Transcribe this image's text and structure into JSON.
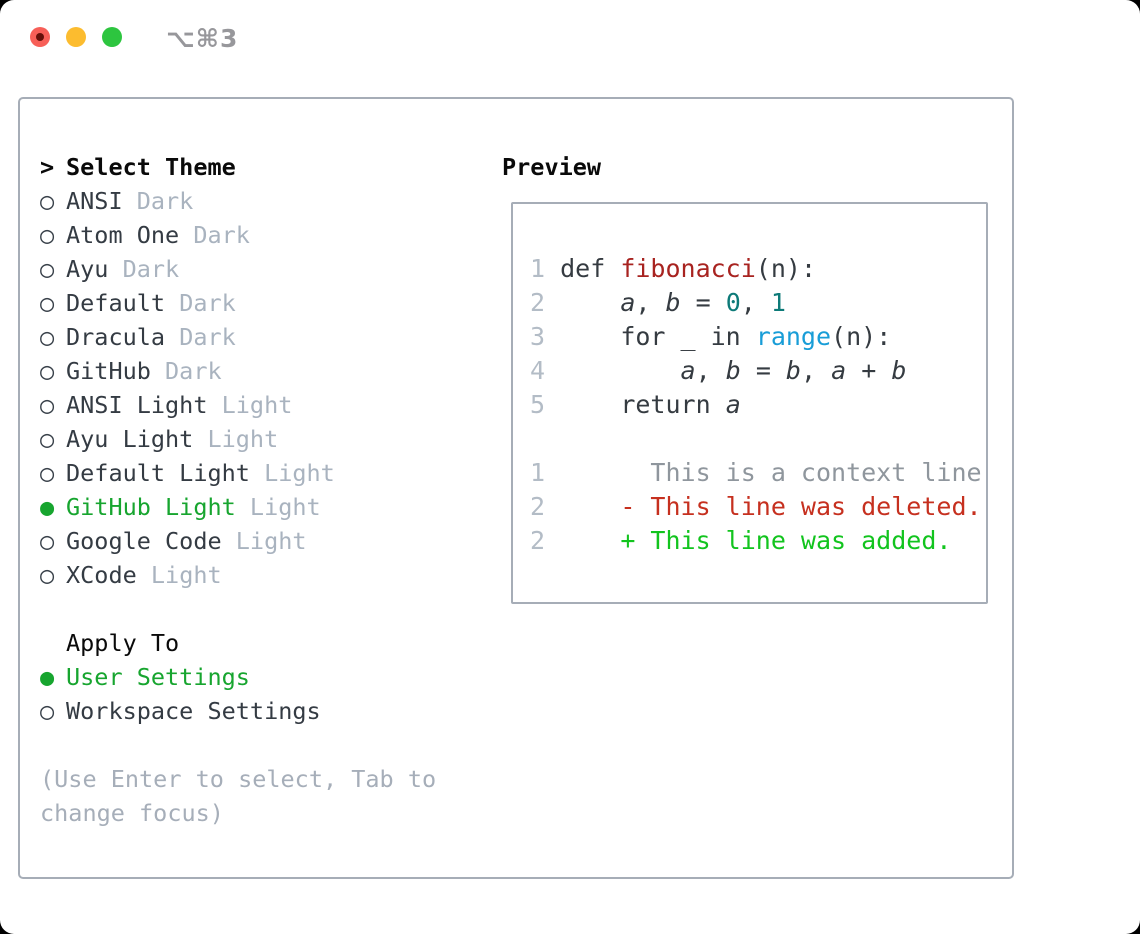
{
  "window": {
    "shortcut_label": "⌥⌘3"
  },
  "theme_menu": {
    "prompt": ">",
    "header": "Select Theme",
    "items": [
      {
        "name": "ANSI",
        "tag": "Dark",
        "selected": false
      },
      {
        "name": "Atom One",
        "tag": "Dark",
        "selected": false
      },
      {
        "name": "Ayu",
        "tag": "Dark",
        "selected": false
      },
      {
        "name": "Default",
        "tag": "Dark",
        "selected": false
      },
      {
        "name": "Dracula",
        "tag": "Dark",
        "selected": false
      },
      {
        "name": "GitHub",
        "tag": "Dark",
        "selected": false
      },
      {
        "name": "ANSI Light",
        "tag": "Light",
        "selected": false
      },
      {
        "name": "Ayu Light",
        "tag": "Light",
        "selected": false
      },
      {
        "name": "Default Light",
        "tag": "Light",
        "selected": false
      },
      {
        "name": "GitHub Light",
        "tag": "Light",
        "selected": true
      },
      {
        "name": "Google Code",
        "tag": "Light",
        "selected": false
      },
      {
        "name": "XCode",
        "tag": "Light",
        "selected": false
      }
    ],
    "bullet_unselected": "○",
    "bullet_selected": "●"
  },
  "apply_to": {
    "header": "Apply To",
    "items": [
      {
        "label": "User Settings",
        "selected": true
      },
      {
        "label": "Workspace Settings",
        "selected": false
      }
    ]
  },
  "help_text": "(Use Enter to select, Tab to change focus)",
  "preview": {
    "title": "Preview",
    "code_lines": [
      {
        "gutter": "1",
        "tokens": [
          {
            "t": "def ",
            "s": "code"
          },
          {
            "t": "fibonacci",
            "s": "func"
          },
          {
            "t": "(n):",
            "s": "code"
          }
        ]
      },
      {
        "gutter": "2",
        "tokens": [
          {
            "t": "    ",
            "s": "code"
          },
          {
            "t": "a",
            "s": "var"
          },
          {
            "t": ", ",
            "s": "code"
          },
          {
            "t": "b",
            "s": "var"
          },
          {
            "t": " = ",
            "s": "code"
          },
          {
            "t": "0",
            "s": "num"
          },
          {
            "t": ", ",
            "s": "code"
          },
          {
            "t": "1",
            "s": "num"
          }
        ]
      },
      {
        "gutter": "3",
        "tokens": [
          {
            "t": "    for _ in ",
            "s": "code"
          },
          {
            "t": "range",
            "s": "builtin"
          },
          {
            "t": "(n):",
            "s": "code"
          }
        ]
      },
      {
        "gutter": "4",
        "tokens": [
          {
            "t": "        ",
            "s": "code"
          },
          {
            "t": "a",
            "s": "var"
          },
          {
            "t": ", ",
            "s": "code"
          },
          {
            "t": "b",
            "s": "var"
          },
          {
            "t": " = ",
            "s": "code"
          },
          {
            "t": "b",
            "s": "var"
          },
          {
            "t": ", ",
            "s": "code"
          },
          {
            "t": "a",
            "s": "var"
          },
          {
            "t": " + ",
            "s": "code"
          },
          {
            "t": "b",
            "s": "var"
          }
        ]
      },
      {
        "gutter": "5",
        "tokens": [
          {
            "t": "    return ",
            "s": "code"
          },
          {
            "t": "a",
            "s": "var"
          }
        ]
      },
      {
        "gutter": "",
        "tokens": []
      },
      {
        "gutter": "1",
        "tokens": [
          {
            "t": "      This is a context line.",
            "s": "ctx"
          }
        ]
      },
      {
        "gutter": "2",
        "tokens": [
          {
            "t": "    - This line was deleted.",
            "s": "del"
          }
        ]
      },
      {
        "gutter": "2",
        "tokens": [
          {
            "t": "    + This line was added.",
            "s": "add"
          }
        ]
      }
    ]
  },
  "colors": {
    "selection_green": "#17a52f",
    "item_text": "#343b43",
    "item_tag_gray": "#a9b3bf",
    "help_gray": "#a6aeb9",
    "panel_border": "#a6adb7",
    "syntax_function_red": "#a82320",
    "syntax_number_teal": "#0d7a78",
    "syntax_builtin_blue": "#189dd7",
    "diff_context_gray": "#8f969d",
    "diff_deleted_red": "#c6301f",
    "diff_added_green": "#12c41e",
    "traffic_red": "#f75f58",
    "traffic_yellow": "#fcbc2f",
    "traffic_green": "#2dc53f"
  }
}
